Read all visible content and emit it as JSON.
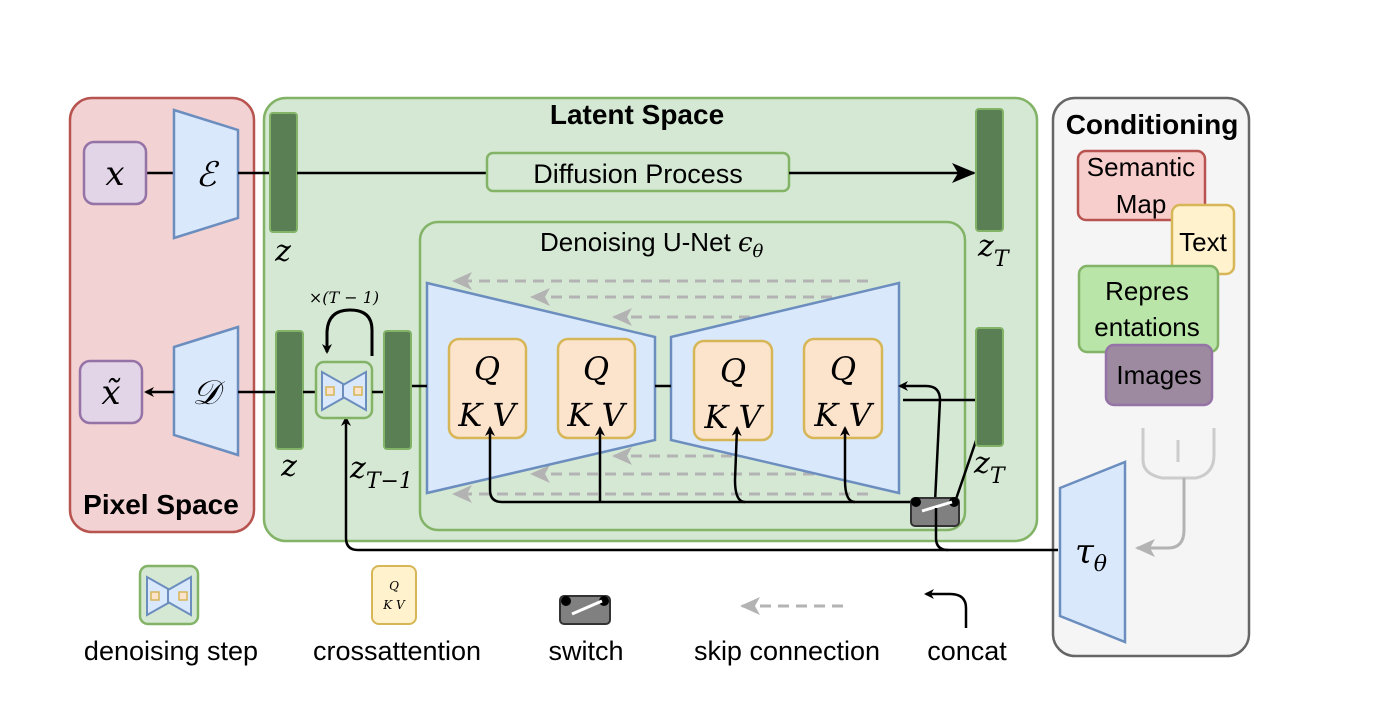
{
  "regions": {
    "pixel_space": "Pixel Space",
    "latent_space": "Latent Space",
    "conditioning": "Conditioning"
  },
  "blocks": {
    "x": "x",
    "x_tilde": "x̃",
    "encoder": "ℰ",
    "decoder": "𝒟",
    "diffusion_process": "Diffusion Process",
    "unet_title_text": "Denoising U-Net ",
    "unet_title_symbol": "ϵ",
    "unet_title_sub": "θ",
    "tau": "τ",
    "tau_sub": "θ"
  },
  "latents": {
    "z_top": "z",
    "z_T_top_base": "z",
    "z_T_top_sub": "T",
    "z_bottom": "z",
    "z_Tm1_base": "z",
    "z_Tm1_sub": "T−1",
    "z_T_bottom_base": "z",
    "z_T_bottom_sub": "T"
  },
  "loop_label": "×(T − 1)",
  "attention": {
    "q": "Q",
    "kv": "K V"
  },
  "conditioning_items": {
    "semantic_line1": "Semantic",
    "semantic_line2": "Map",
    "text": "Text",
    "repr_line1": "Repres",
    "repr_line2": "entations",
    "images": "Images"
  },
  "legend": {
    "denoising_step": "denoising step",
    "crossattention": "crossattention",
    "switch": "switch",
    "skip_connection": "skip connection",
    "concat": "concat"
  },
  "colors": {
    "pixel_fill": "#f2d2d2",
    "pixel_stroke": "#b85450",
    "latent_fill": "#d5e8d4",
    "latent_stroke": "#82b366",
    "cond_fill": "#f5f5f5",
    "cond_stroke": "#666666",
    "block_fill": "#dae8fc",
    "block_stroke": "#6c8ebf",
    "latent_bar": "#5a7f55",
    "attn_fill": "#fce3cc",
    "attn_stroke": "#d6b656",
    "purple_fill": "#e1d5e7",
    "purple_stroke": "#9673a6",
    "skip_gray": "#b3b3b3"
  }
}
